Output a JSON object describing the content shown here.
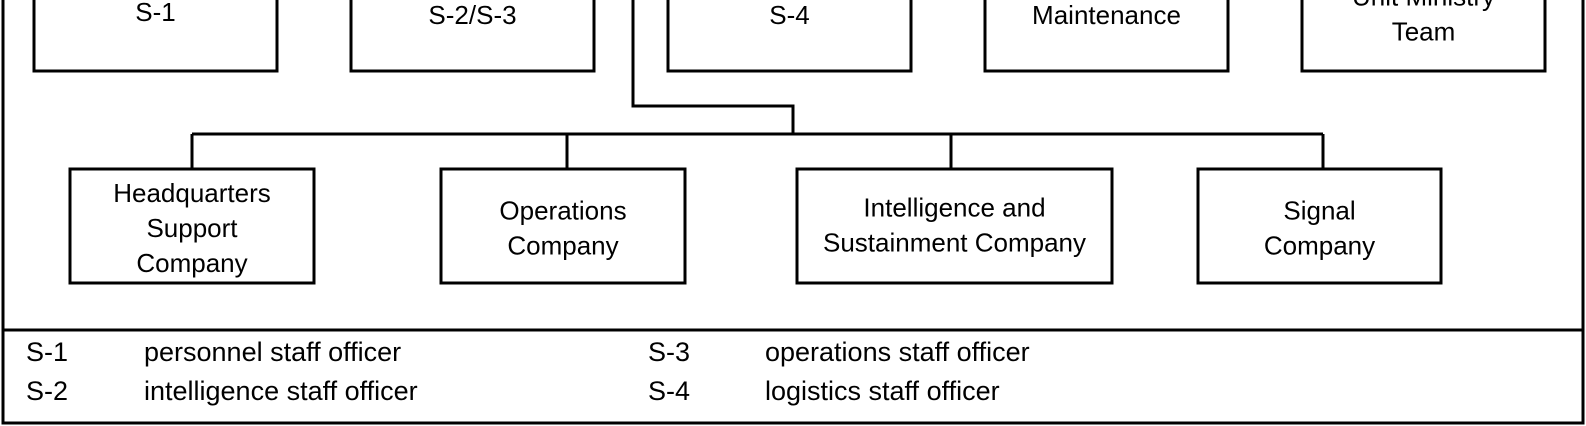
{
  "top_boxes": [
    {
      "name": "s1",
      "lines": [
        "S-1"
      ]
    },
    {
      "name": "s2-s3",
      "lines": [
        "S-2/S-3"
      ]
    },
    {
      "name": "s4",
      "lines": [
        "S-4"
      ]
    },
    {
      "name": "maintenance",
      "lines": [
        "Maintenance"
      ]
    },
    {
      "name": "unit-ministry-team",
      "lines": [
        "Unit Ministry",
        "Team"
      ]
    }
  ],
  "companies": [
    {
      "name": "headquarters-support-company",
      "lines": [
        "Headquarters",
        "Support",
        "Company"
      ]
    },
    {
      "name": "operations-company",
      "lines": [
        "Operations",
        "Company"
      ]
    },
    {
      "name": "intelligence-sustainment-company",
      "lines": [
        "Intelligence and",
        "Sustainment Company"
      ]
    },
    {
      "name": "signal-company",
      "lines": [
        "Signal",
        "Company"
      ]
    }
  ],
  "legend": [
    {
      "abbr": "S-1",
      "definition": "personnel staff officer"
    },
    {
      "abbr": "S-2",
      "definition": "intelligence staff officer"
    },
    {
      "abbr": "S-3",
      "definition": "operations staff officer"
    },
    {
      "abbr": "S-4",
      "definition": "logistics staff officer"
    }
  ]
}
